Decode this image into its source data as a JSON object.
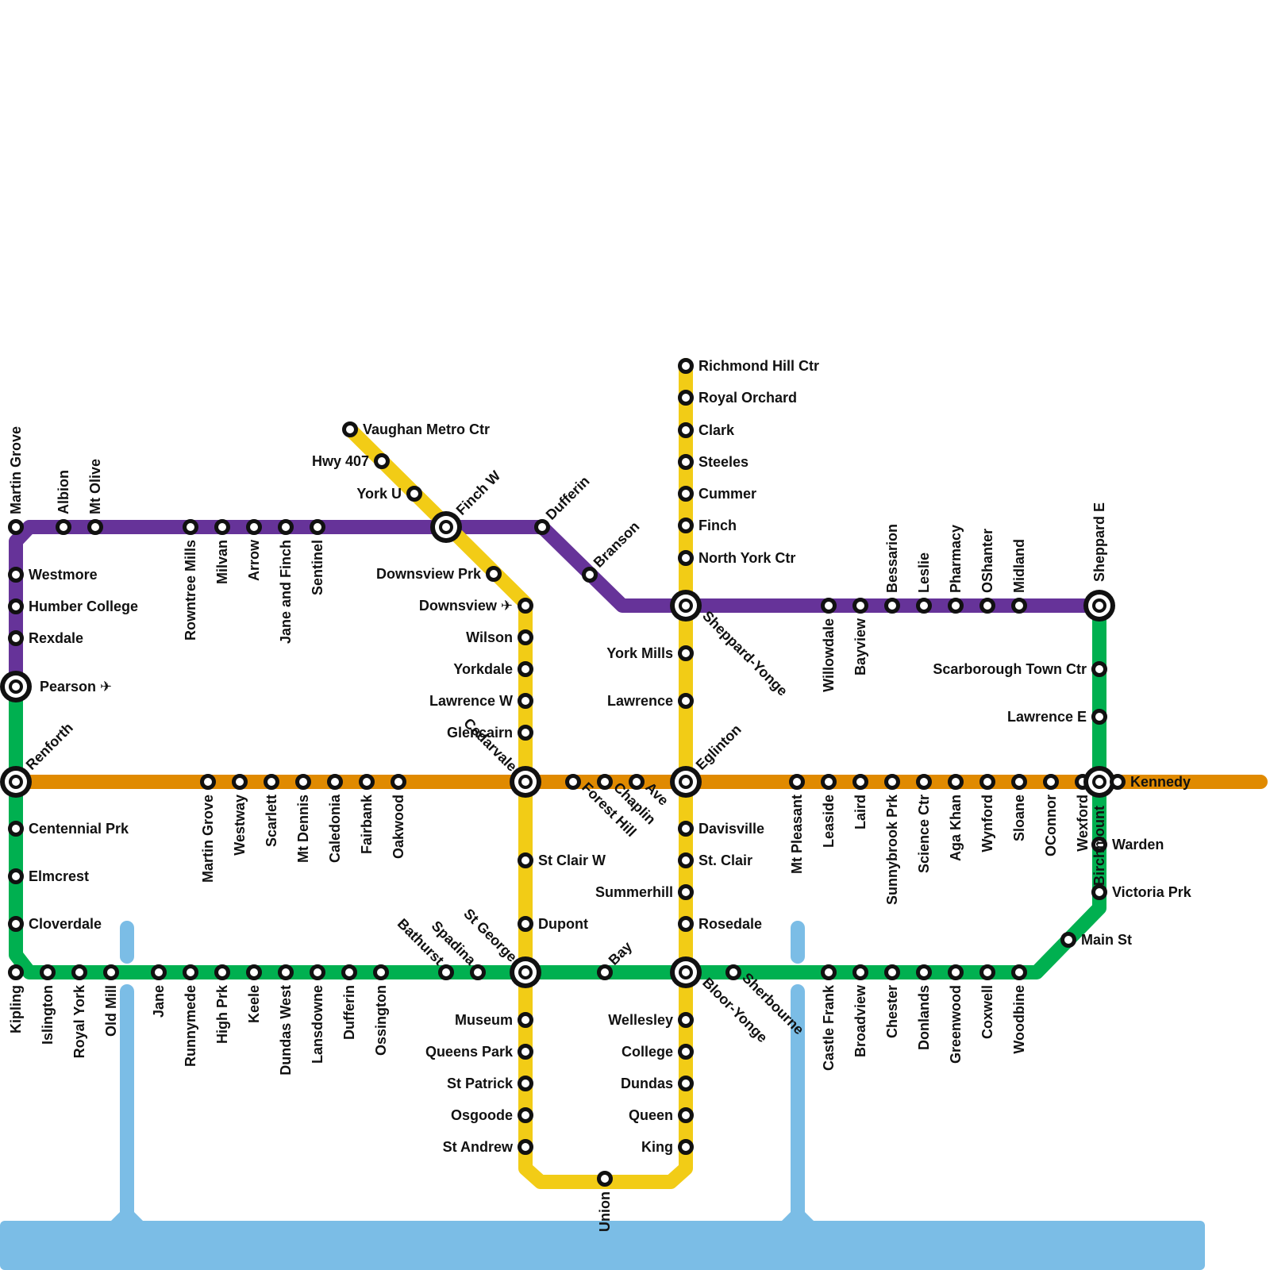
{
  "colors": {
    "yellow": "#f2cc16",
    "purple": "#663399",
    "green": "#00b050",
    "orange": "#e08a00",
    "water": "#7bbde6",
    "station_fill": "#ffffff",
    "station_stroke": "#111111",
    "label": "#111111"
  },
  "airport_glyph": "✈",
  "stations": [
    {
      "id": "martin-grove-n",
      "name": "Martin Grove"
    },
    {
      "id": "albion",
      "name": "Albion"
    },
    {
      "id": "mt-olive",
      "name": "Mt Olive"
    },
    {
      "id": "rowntree-mills",
      "name": "Rowntree Mills"
    },
    {
      "id": "milvan",
      "name": "Milvan"
    },
    {
      "id": "arrow",
      "name": "Arrow"
    },
    {
      "id": "jane-and-finch",
      "name": "Jane and Finch"
    },
    {
      "id": "sentinel",
      "name": "Sentinel"
    },
    {
      "id": "finch-w",
      "name": "Finch W"
    },
    {
      "id": "dufferin-n",
      "name": "Dufferin"
    },
    {
      "id": "branson",
      "name": "Branson"
    },
    {
      "id": "westmore",
      "name": "Westmore"
    },
    {
      "id": "humber-college",
      "name": "Humber College"
    },
    {
      "id": "rexdale",
      "name": "Rexdale"
    },
    {
      "id": "pearson",
      "name": "Pearson",
      "airport": true
    },
    {
      "id": "renforth",
      "name": "Renforth"
    },
    {
      "id": "centennial-prk",
      "name": "Centennial Prk"
    },
    {
      "id": "elmcrest",
      "name": "Elmcrest"
    },
    {
      "id": "cloverdale",
      "name": "Cloverdale"
    },
    {
      "id": "kipling",
      "name": "Kipling"
    },
    {
      "id": "islington",
      "name": "Islington"
    },
    {
      "id": "royal-york",
      "name": "Royal York"
    },
    {
      "id": "old-mill",
      "name": "Old Mill"
    },
    {
      "id": "jane",
      "name": "Jane"
    },
    {
      "id": "runnymede",
      "name": "Runnymede"
    },
    {
      "id": "high-prk",
      "name": "High Prk"
    },
    {
      "id": "keele",
      "name": "Keele"
    },
    {
      "id": "dundas-west",
      "name": "Dundas West"
    },
    {
      "id": "lansdowne",
      "name": "Lansdowne"
    },
    {
      "id": "dufferin-s",
      "name": "Dufferin"
    },
    {
      "id": "ossington",
      "name": "Ossington"
    },
    {
      "id": "bathurst",
      "name": "Bathurst"
    },
    {
      "id": "spadina",
      "name": "Spadina"
    },
    {
      "id": "st-george",
      "name": "St George"
    },
    {
      "id": "bay",
      "name": "Bay"
    },
    {
      "id": "bloor-yonge",
      "name": "Bloor-Yonge"
    },
    {
      "id": "sherbourne",
      "name": "Sherbourne"
    },
    {
      "id": "castle-frank",
      "name": "Castle Frank"
    },
    {
      "id": "broadview",
      "name": "Broadview"
    },
    {
      "id": "chester",
      "name": "Chester"
    },
    {
      "id": "donlands",
      "name": "Donlands"
    },
    {
      "id": "greenwood",
      "name": "Greenwood"
    },
    {
      "id": "coxwell",
      "name": "Coxwell"
    },
    {
      "id": "woodbine",
      "name": "Woodbine"
    },
    {
      "id": "main-st",
      "name": "Main St"
    },
    {
      "id": "victoria-prk",
      "name": "Victoria Prk"
    },
    {
      "id": "warden",
      "name": "Warden"
    },
    {
      "id": "vaughan-metro-ctr",
      "name": "Vaughan Metro Ctr"
    },
    {
      "id": "hwy-407",
      "name": "Hwy 407"
    },
    {
      "id": "york-u",
      "name": "York U"
    },
    {
      "id": "downsview-prk",
      "name": "Downsview Prk"
    },
    {
      "id": "downsview",
      "name": "Downsview",
      "airport": true
    },
    {
      "id": "wilson",
      "name": "Wilson"
    },
    {
      "id": "yorkdale",
      "name": "Yorkdale"
    },
    {
      "id": "lawrence-w",
      "name": "Lawrence W"
    },
    {
      "id": "glencairn",
      "name": "Glencairn"
    },
    {
      "id": "cedarvale",
      "name": "Cedarvale"
    },
    {
      "id": "st-clair-w",
      "name": "St Clair W"
    },
    {
      "id": "dupont",
      "name": "Dupont"
    },
    {
      "id": "museum",
      "name": "Museum"
    },
    {
      "id": "queens-park",
      "name": "Queens Park"
    },
    {
      "id": "st-patrick",
      "name": "St Patrick"
    },
    {
      "id": "osgoode",
      "name": "Osgoode"
    },
    {
      "id": "st-andrew",
      "name": "St Andrew"
    },
    {
      "id": "union",
      "name": "Union"
    },
    {
      "id": "king",
      "name": "King"
    },
    {
      "id": "queen",
      "name": "Queen"
    },
    {
      "id": "dundas",
      "name": "Dundas"
    },
    {
      "id": "college",
      "name": "College"
    },
    {
      "id": "wellesley",
      "name": "Wellesley"
    },
    {
      "id": "rosedale",
      "name": "Rosedale"
    },
    {
      "id": "summerhill",
      "name": "Summerhill"
    },
    {
      "id": "st-clair",
      "name": "St. Clair"
    },
    {
      "id": "davisville",
      "name": "Davisville"
    },
    {
      "id": "eglinton",
      "name": "Eglinton"
    },
    {
      "id": "lawrence",
      "name": "Lawrence"
    },
    {
      "id": "york-mills",
      "name": "York Mills"
    },
    {
      "id": "sheppard-yonge",
      "name": "Sheppard-Yonge"
    },
    {
      "id": "north-york-ctr",
      "name": "North York Ctr"
    },
    {
      "id": "finch",
      "name": "Finch"
    },
    {
      "id": "cummer",
      "name": "Cummer"
    },
    {
      "id": "steeles",
      "name": "Steeles"
    },
    {
      "id": "clark",
      "name": "Clark"
    },
    {
      "id": "royal-orchard",
      "name": "Royal Orchard"
    },
    {
      "id": "richmond-hill-ctr",
      "name": "Richmond Hill Ctr"
    },
    {
      "id": "martin-grove-s",
      "name": "Martin Grove"
    },
    {
      "id": "westway",
      "name": "Westway"
    },
    {
      "id": "scarlett",
      "name": "Scarlett"
    },
    {
      "id": "mt-dennis",
      "name": "Mt Dennis"
    },
    {
      "id": "caledonia",
      "name": "Caledonia"
    },
    {
      "id": "fairbank",
      "name": "Fairbank"
    },
    {
      "id": "oakwood",
      "name": "Oakwood"
    },
    {
      "id": "forest-hill",
      "name": "Forest Hill"
    },
    {
      "id": "chaplin",
      "name": "Chaplin"
    },
    {
      "id": "ave",
      "name": "Ave"
    },
    {
      "id": "mt-pleasant",
      "name": "Mt Pleasant"
    },
    {
      "id": "leaside",
      "name": "Leaside"
    },
    {
      "id": "laird",
      "name": "Laird"
    },
    {
      "id": "sunnybrook-prk",
      "name": "Sunnybrook Prk"
    },
    {
      "id": "science-ctr",
      "name": "Science Ctr"
    },
    {
      "id": "aga-khan",
      "name": "Aga Khan"
    },
    {
      "id": "wynford",
      "name": "Wynford"
    },
    {
      "id": "sloane",
      "name": "Sloane"
    },
    {
      "id": "oconnor",
      "name": "OConnor"
    },
    {
      "id": "wexford",
      "name": "Wexford"
    },
    {
      "id": "birchmount",
      "name": "Birchmount"
    },
    {
      "id": "kennedy",
      "name": "Kennedy"
    },
    {
      "id": "willowdale",
      "name": "Willowdale"
    },
    {
      "id": "bayview",
      "name": "Bayview"
    },
    {
      "id": "bessarion",
      "name": "Bessarion"
    },
    {
      "id": "leslie",
      "name": "Leslie"
    },
    {
      "id": "pharmacy",
      "name": "Pharmacy"
    },
    {
      "id": "oshanter",
      "name": "OShanter"
    },
    {
      "id": "midland",
      "name": "Midland"
    },
    {
      "id": "sheppard-e",
      "name": "Sheppard E"
    },
    {
      "id": "scarborough-town-ctr",
      "name": "Scarborough Town Ctr"
    },
    {
      "id": "lawrence-e",
      "name": "Lawrence E"
    }
  ]
}
